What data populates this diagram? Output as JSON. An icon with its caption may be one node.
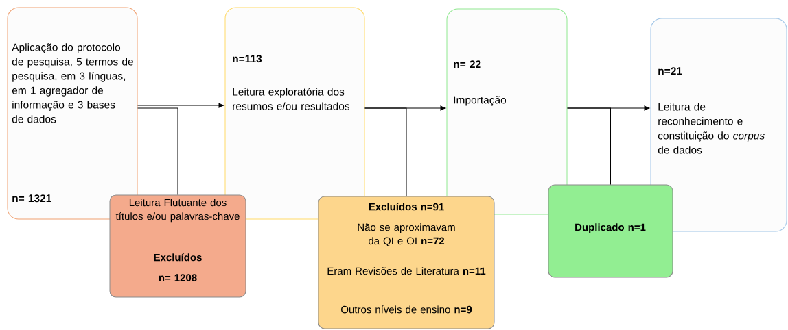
{
  "diagram": {
    "nodes": [
      {
        "text": [
          "Aplicação do protocolo de pesquisa, 5 termos de pesquisa, em 3 línguas, em 1 agregador de informação e 3 bases de dados",
          "n= 1321"
        ]
      },
      {
        "text": [
          "n=113",
          "Leitura exploratória dos resumos e/ou resultados"
        ]
      },
      {
        "text": [
          "n= 22",
          "Importação"
        ]
      },
      {
        "text": [
          "n=21",
          "Leitura de reconhecimento e constituição do *corpus* de dados"
        ]
      },
      {
        "text": [
          "Leitura Flutuante dos títulos e/ou palavras-chave",
          "Excluídos",
          "n= 1208"
        ]
      },
      {
        "text": [
          "Excluídos n=91",
          "Não se aproximavam da QI e OI **n=72**",
          "Eram Revisões de Literatura **n=11**",
          "Outros níveis de ensino **n=9**"
        ]
      },
      {
        "text": [
          "Duplicado n=1"
        ]
      }
    ],
    "edges": [
      {
        "from": 0,
        "to": 1,
        "arrow": "to"
      },
      {
        "from": 0,
        "to": 4,
        "arrow": "none"
      },
      {
        "from": 1,
        "to": 2,
        "arrow": "to"
      },
      {
        "from": 1,
        "to": 5,
        "arrow": "none"
      },
      {
        "from": 2,
        "to": 3,
        "arrow": "to"
      },
      {
        "from": 2,
        "to": 6,
        "arrow": "none"
      }
    ]
  }
}
